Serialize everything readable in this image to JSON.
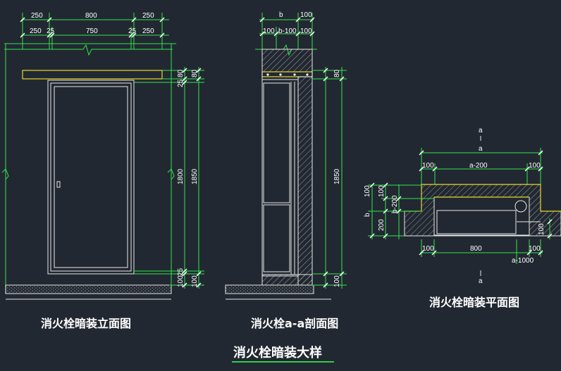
{
  "elevation": {
    "title": "消火栓暗装立面图",
    "top_dims_row1": [
      "250",
      "800",
      "250"
    ],
    "top_dims_row2": [
      "250",
      "25",
      "750",
      "25",
      "250"
    ],
    "right_dims": [
      "80",
      "25",
      "1800",
      "1850",
      "25",
      "100",
      "100"
    ]
  },
  "section": {
    "title": "消火栓a-a剖面图",
    "top_dims_row1": [
      "b",
      "100"
    ],
    "top_dims_row2": [
      "100",
      "b-100",
      "100"
    ],
    "right_dims": [
      "80",
      "1850",
      "100"
    ]
  },
  "plan": {
    "title": "消火栓暗装平面图",
    "section_mark_top": "a",
    "section_mark_bottom": "a",
    "top_dim": "a",
    "top_dims_row2": [
      "100",
      "a-200",
      "100"
    ],
    "left_dims": [
      "100",
      "100",
      "b-200",
      "b",
      "200"
    ],
    "right_dim": "100",
    "bottom_dims": [
      "100",
      "800",
      "100"
    ],
    "bottom_extra": "a-1000"
  },
  "main_title": "消火栓暗装大样"
}
